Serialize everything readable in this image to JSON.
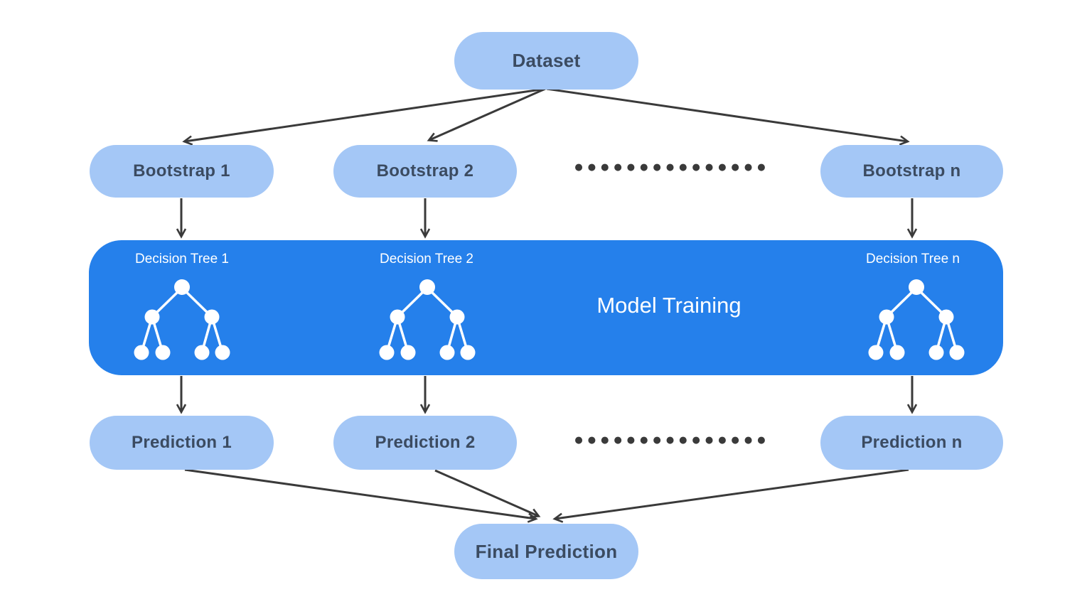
{
  "diagram": {
    "nodes": {
      "dataset": "Dataset",
      "bootstrap_1": "Bootstrap 1",
      "bootstrap_2": "Bootstrap 2",
      "bootstrap_n": "Bootstrap n",
      "prediction_1": "Prediction 1",
      "prediction_2": "Prediction 2",
      "prediction_n": "Prediction n",
      "final_prediction": "Final Prediction"
    },
    "band": {
      "label": "Model Training",
      "tree_labels": [
        "Decision Tree 1",
        "Decision Tree 2",
        "Decision Tree n"
      ]
    },
    "ellipsis_top": "●●●●●●●●●●●●●●●",
    "ellipsis_bottom": "●●●●●●●●●●●●●●●",
    "colors": {
      "node_fill": "#a4c7f6",
      "node_text": "#3b4b61",
      "band_fill": "#2580eb",
      "band_text": "#ffffff",
      "arrow": "#3a3a3a",
      "background": "#ffffff"
    }
  }
}
